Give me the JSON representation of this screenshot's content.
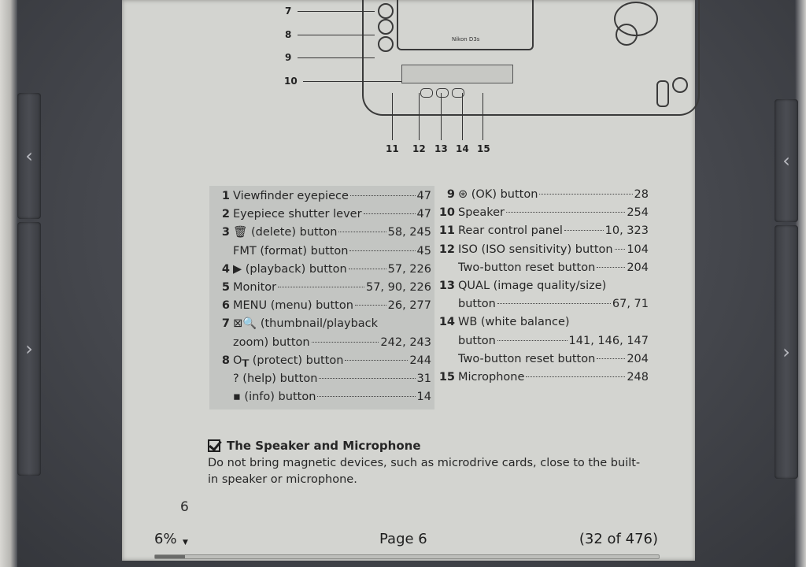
{
  "diagram": {
    "callouts_left": [
      "7",
      "8",
      "9",
      "10"
    ],
    "callouts_bottom": [
      "11",
      "12",
      "13",
      "14",
      "15"
    ],
    "monitor_label": "Nikon D3s"
  },
  "legend_left": [
    {
      "num": "1",
      "text": "Viewfinder eyepiece",
      "page": "47"
    },
    {
      "num": "2",
      "text": "Eyepiece shutter lever",
      "page": "47"
    },
    {
      "num": "3",
      "text": "🗑 (delete) button",
      "page": "58, 245"
    },
    {
      "num": "",
      "text": "FMT (format) button",
      "page": "45"
    },
    {
      "num": "4",
      "text": "▶ (playback) button",
      "page": "57, 226"
    },
    {
      "num": "5",
      "text": "Monitor",
      "page": "57, 90, 226"
    },
    {
      "num": "6",
      "text": "MENU (menu) button",
      "page": "26, 277"
    },
    {
      "num": "7",
      "text": "⊠🔍 (thumbnail/playback",
      "page": ""
    },
    {
      "num": "",
      "text": "zoom) button",
      "page": "242, 243"
    },
    {
      "num": "8",
      "text": "O┰ (protect) button",
      "page": "244"
    },
    {
      "num": "",
      "text": "? (help) button",
      "page": "31"
    },
    {
      "num": "",
      "text": "▪ (info) button",
      "page": "14"
    }
  ],
  "legend_right": [
    {
      "num": "9",
      "text": "⊛ (OK) button",
      "page": "28"
    },
    {
      "num": "10",
      "text": "Speaker",
      "page": "254"
    },
    {
      "num": "11",
      "text": "Rear control panel",
      "page": "10, 323"
    },
    {
      "num": "12",
      "text": "ISO (ISO sensitivity) button",
      "page": "104"
    },
    {
      "num": "",
      "text": "Two-button reset button",
      "page": "204"
    },
    {
      "num": "13",
      "text": "QUAL (image quality/size)",
      "page": ""
    },
    {
      "num": "",
      "text": "button",
      "page": "67, 71"
    },
    {
      "num": "14",
      "text": "WB (white balance)",
      "page": ""
    },
    {
      "num": "",
      "text": "button",
      "page": "141, 146, 147"
    },
    {
      "num": "",
      "text": "Two-button reset button",
      "page": "204"
    },
    {
      "num": "15",
      "text": "Microphone",
      "page": "248"
    }
  ],
  "note": {
    "title": "The Speaker and Microphone",
    "body": "Do not bring magnetic devices, such as microdrive cards, close to the built-in speaker or microphone."
  },
  "page_number": "6",
  "status": {
    "percent": "6%",
    "page_label": "Page 6",
    "page_count": "(32 of 476)",
    "progress": 0.06
  },
  "nav": {
    "prev_glyph": "‹",
    "next_glyph": "›"
  }
}
